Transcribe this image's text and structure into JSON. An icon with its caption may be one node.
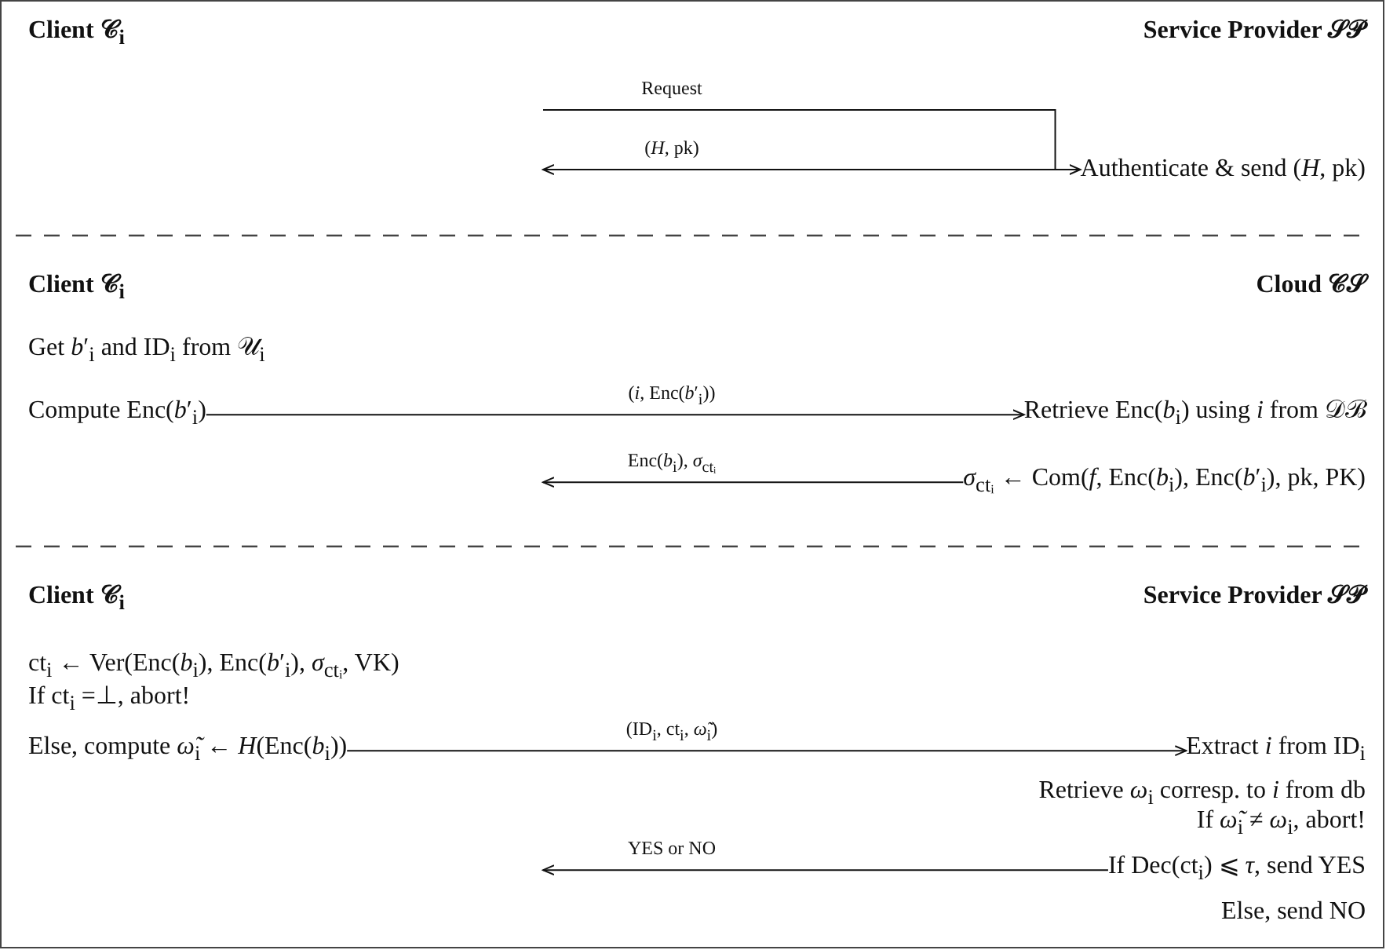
{
  "diagram": {
    "nodes": [
      {
        "text": [
          "Authenticate & send (*H*, pk)"
        ]
      },
      {
        "text": [
          "Compute Enc(*b*′$_{i}$)"
        ]
      },
      {
        "text": [
          "Retrieve Enc(*b*$_{i}$) using *i* from 𝒟ℬ"
        ]
      },
      {
        "text": [
          "*σ*$_{ctᵢ}$ ← Com(*f*, Enc(*b*$_{i}$), Enc(*b*′$_{i}$), pk, PK)"
        ]
      },
      {
        "text": [
          "Else, compute *ω̃*$_{i}$ ← *H*(Enc(*b*$_{i}$))"
        ]
      },
      {
        "text": [
          "Extract *i* from ID$_{i}$"
        ]
      },
      {
        "text": [
          "If Dec(ct$_{i}$) ⩽ *τ*, send YES"
        ]
      }
    ],
    "edges": [
      {
        "from": null,
        "to": 0,
        "arrow": "to",
        "label": "Request"
      },
      {
        "from": 0,
        "to": null,
        "arrow": "to",
        "label": "(*H*, pk)"
      },
      {
        "from": 1,
        "to": 2,
        "arrow": "to",
        "label": "(*i*, Enc(*b*′$_{i}$))"
      },
      {
        "from": 3,
        "to": null,
        "arrow": "to",
        "label": "Enc(*b*$_{i}$), *σ*$_{ctᵢ}$"
      },
      {
        "from": 4,
        "to": 5,
        "arrow": "to",
        "label": "(ID$_{i}$, ct$_{i}$, *ω̃*$_{i}$)"
      },
      {
        "from": 6,
        "to": null,
        "arrow": "to",
        "label": "YES or NO"
      }
    ],
    "labels": [
      "Client 𝒞$_{i}$",
      "Service Provider 𝒮𝒫",
      "Client 𝒞$_{i}$",
      "Cloud 𝒞𝒮",
      "Get *b*′$_{i}$ and ID$_{i}$ from 𝒰$_{i}$",
      "Client 𝒞$_{i}$",
      "Service Provider 𝒮𝒫",
      "ct$_{i}$ ← Ver(Enc(*b*$_{i}$), Enc(*b*′$_{i}$), *σ*$_{ctᵢ}$, VK)",
      "If ct$_{i}$ =⊥, abort!",
      "Retrieve *ω*$_{i}$ corresp. to *i* from db",
      "If *ω̃*$_{i}$ ≠ *ω*$_{i}$, abort!",
      "Else, send NO"
    ]
  }
}
